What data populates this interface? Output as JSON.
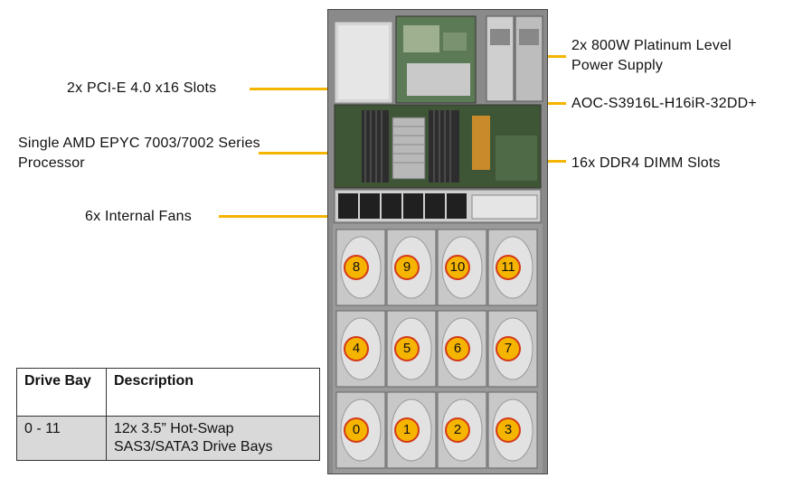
{
  "callouts": {
    "pcie": "2x PCI-E 4.0 x16 Slots",
    "cpu_line1": "Single AMD EPYC 7003/7002 Series",
    "cpu_line2": "Processor",
    "fans": "6x Internal Fans",
    "psu_line1": "2x 800W Platinum Level",
    "psu_line2": "Power Supply",
    "aoc": "AOC-S3916L-H16iR-32DD+",
    "dimm": "16x DDR4 DIMM Slots"
  },
  "drive_bays": {
    "row_top": [
      "8",
      "9",
      "10",
      "11"
    ],
    "row_middle": [
      "4",
      "5",
      "6",
      "7"
    ],
    "row_bottom": [
      "0",
      "1",
      "2",
      "3"
    ]
  },
  "table": {
    "header_bay": "Drive Bay",
    "header_desc": "Description",
    "row_bay": "0 - 11",
    "row_desc": "12x 3.5” Hot-Swap SAS3/SATA3 Drive Bays"
  },
  "colors": {
    "leader": "#f5b400",
    "badge_fill": "#f5b400",
    "badge_stroke": "#d33a1a",
    "chassis": "#7a7a7a"
  }
}
